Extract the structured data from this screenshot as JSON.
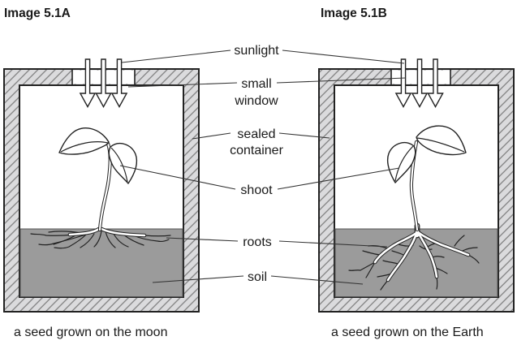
{
  "titles": {
    "image_a": "Image 5.1A",
    "image_b": "Image 5.1B"
  },
  "captions": {
    "moon": "a seed grown on the moon",
    "earth": "a seed grown on the Earth"
  },
  "labels": {
    "sunlight": "sunlight",
    "small_window_1": "small",
    "small_window_2": "window",
    "sealed_container_1": "sealed",
    "sealed_container_2": "container",
    "shoot": "shoot",
    "roots": "roots",
    "soil": "soil"
  },
  "colors": {
    "outline": "#222222",
    "wall_fill": "#dbdbdd",
    "hatch_line": "#7a7a7a",
    "soil_fill": "#9b9b9b",
    "soil_edge": "#555555",
    "label_line": "#333333",
    "text": "#1a1a1a",
    "background": "#ffffff"
  }
}
